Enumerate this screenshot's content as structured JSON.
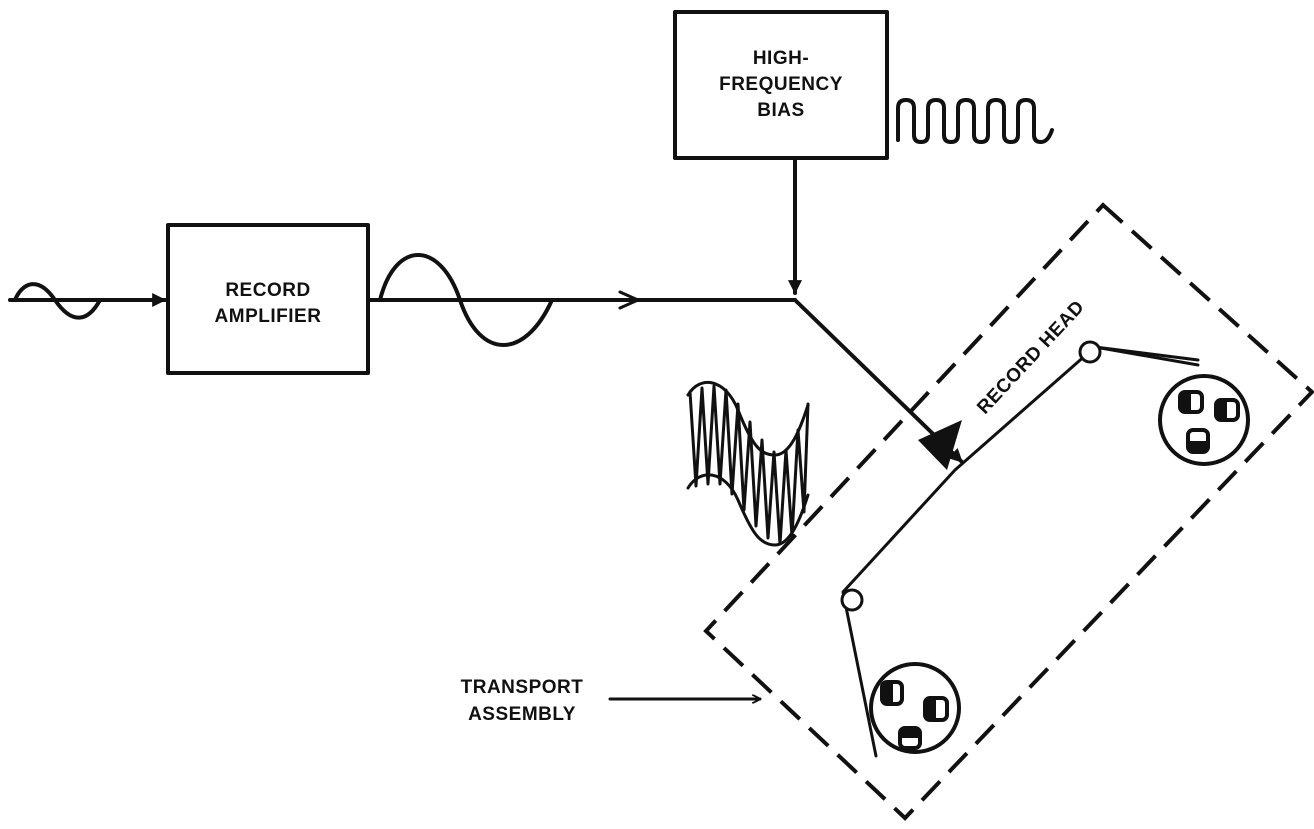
{
  "blocks": {
    "bias": {
      "line1": "HIGH-",
      "line2": "FREQUENCY",
      "line3": "BIAS"
    },
    "amplifier": {
      "line1": "RECORD",
      "line2": "AMPLIFIER"
    }
  },
  "labels": {
    "record_head": "RECORD HEAD",
    "transport_line1": "TRANSPORT",
    "transport_line2": "ASSEMBLY"
  },
  "colors": {
    "ink": "#111111",
    "background": "#ffffff"
  },
  "icons": [
    "input-sine-icon",
    "amplified-sine-icon",
    "bias-square-wave-icon",
    "modulated-signal-icon",
    "record-head-icon",
    "tape-reel-icon",
    "tape-guide-roller-icon"
  ]
}
